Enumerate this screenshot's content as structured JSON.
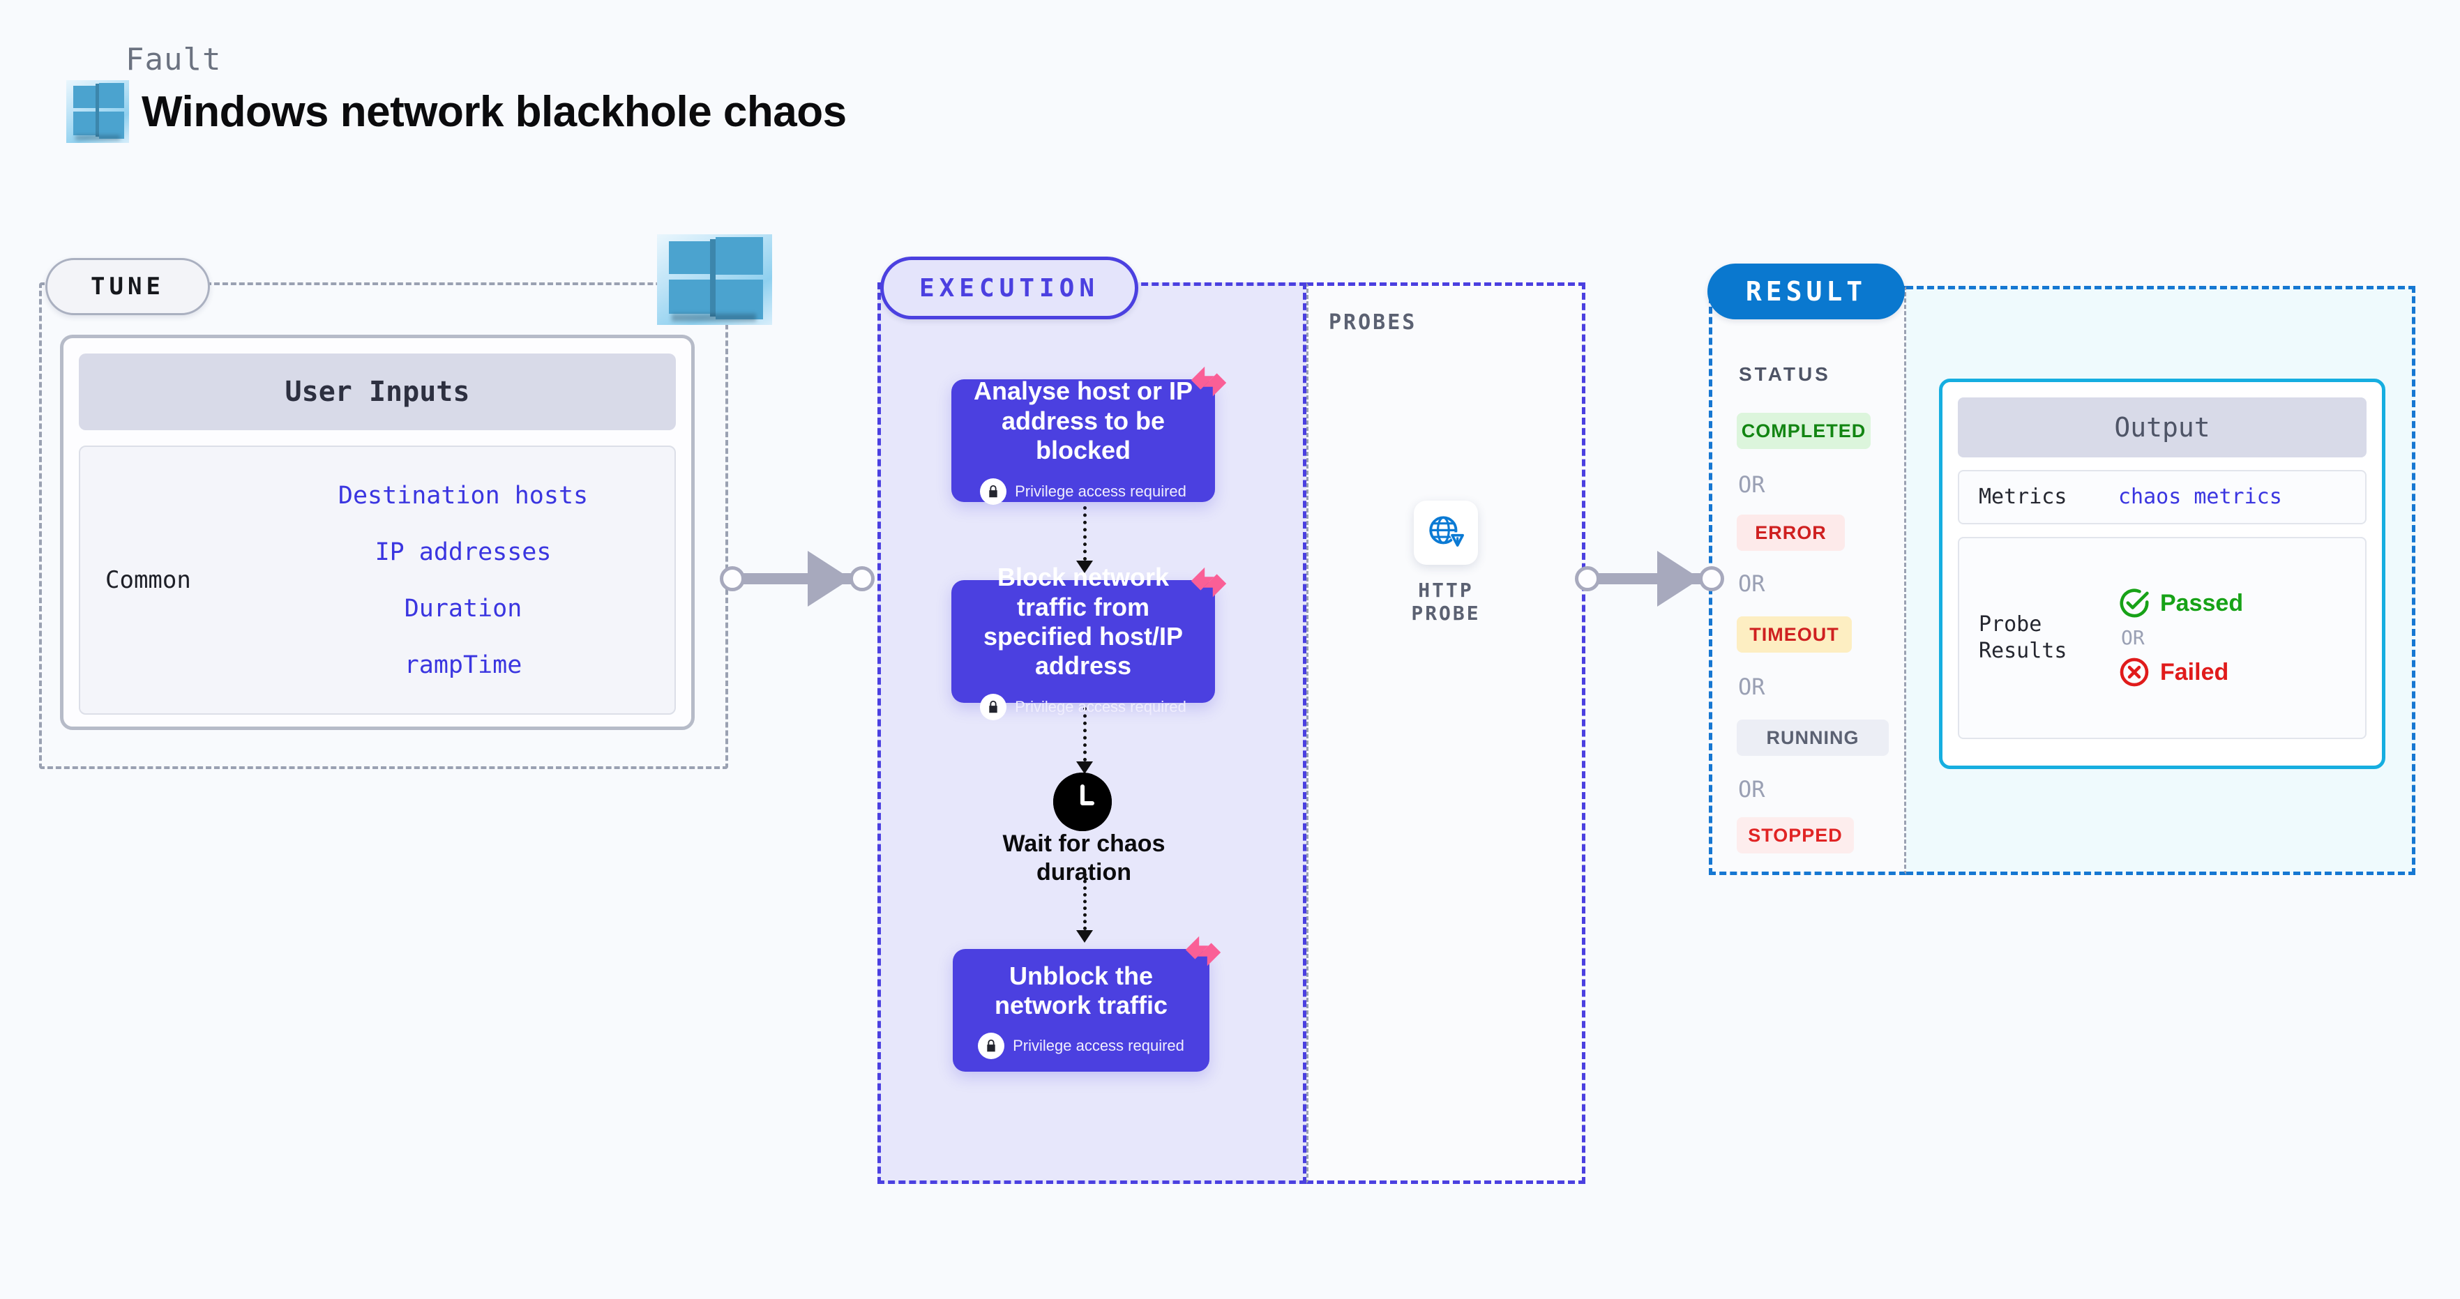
{
  "header": {
    "fault_label": "Fault",
    "title": "Windows network blackhole chaos",
    "logo_icon": "windows-logo-icon"
  },
  "tune": {
    "pill_label": "TUNE",
    "logo_icon": "windows-logo-icon",
    "card_header": "User Inputs",
    "group_label": "Common",
    "parameters": [
      "Destination hosts",
      "IP addresses",
      "Duration",
      "rampTime"
    ]
  },
  "execution": {
    "pill_label": "EXECUTION",
    "steps": [
      {
        "title": "Analyse host or IP address to be blocked",
        "privilege_note": "Privilege access required",
        "lock_icon": "lock-icon",
        "badge_icon": "litmus-chaos-icon"
      },
      {
        "title": "Block network traffic from specified host/IP address",
        "privilege_note": "Privilege access required",
        "lock_icon": "lock-icon",
        "badge_icon": "litmus-chaos-icon"
      },
      {
        "title": "Unblock the network traffic",
        "privilege_note": "Privilege access required",
        "lock_icon": "lock-icon",
        "badge_icon": "litmus-chaos-icon"
      }
    ],
    "wait_node": {
      "icon": "clock-icon",
      "label": "Wait for chaos duration"
    }
  },
  "probes": {
    "section_label": "PROBES",
    "items": [
      {
        "label": "HTTP PROBE",
        "icon": "globe-warning-icon"
      }
    ]
  },
  "result": {
    "pill_label": "RESULT",
    "status_label": "STATUS",
    "or_label": "OR",
    "statuses": [
      {
        "text": "COMPLETED",
        "bg": "#dcf5dc",
        "fg": "#128512"
      },
      {
        "text": "ERROR",
        "bg": "#fdeaea",
        "fg": "#cf2020"
      },
      {
        "text": "TIMEOUT",
        "bg": "#fdeec2",
        "fg": "#cf2020"
      },
      {
        "text": "RUNNING",
        "bg": "#eceef5",
        "fg": "#5b6172"
      },
      {
        "text": "STOPPED",
        "bg": "#fdeded",
        "fg": "#e02424"
      }
    ],
    "output": {
      "header": "Output",
      "metrics_key": "Metrics",
      "metrics_value": "chaos metrics",
      "probe_results_key": "Probe Results",
      "passed_text": "Passed",
      "passed_icon": "check-circle-icon",
      "failed_text": "Failed",
      "failed_icon": "x-circle-icon",
      "or_label": "OR"
    }
  },
  "colors": {
    "page_bg": "#f8fafd",
    "indigo": "#4b40e0",
    "result_blue": "#0a78cf",
    "cyan": "#16aee0",
    "pink": "#fa5f96",
    "gray_dash": "#9aa1b2"
  }
}
